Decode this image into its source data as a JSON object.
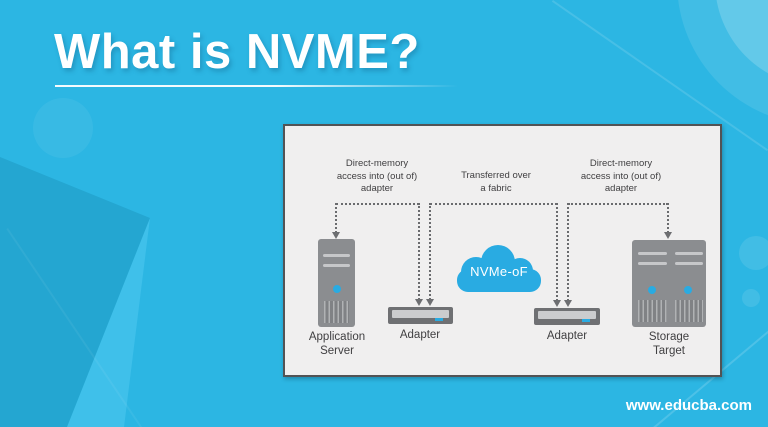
{
  "page": {
    "title": "What is NVME?",
    "watermark": "www.educba.com"
  },
  "colors": {
    "background": "#2CB6E3",
    "background_diamond": "#24A6D1",
    "accent_blue": "#29ABE2",
    "panel_background": "#F0EFEF",
    "panel_border": "#525355",
    "device_gray": "#8B8D90",
    "diagram_text": "#414042",
    "title_text": "#FFFFFF"
  },
  "diagram": {
    "annotations": {
      "left": "Direct-memory\naccess into (out of)\nadapter",
      "center": "Transferred over\na fabric",
      "right": "Direct-memory\naccess into (out of)\nadapter"
    },
    "cloud": {
      "label": "NVMe-oF"
    },
    "nodes": {
      "application_server": {
        "label": "Application\nServer"
      },
      "adapter_left": {
        "label": "Adapter"
      },
      "adapter_right": {
        "label": "Adapter"
      },
      "storage_target": {
        "label": "Storage\nTarget"
      }
    }
  }
}
